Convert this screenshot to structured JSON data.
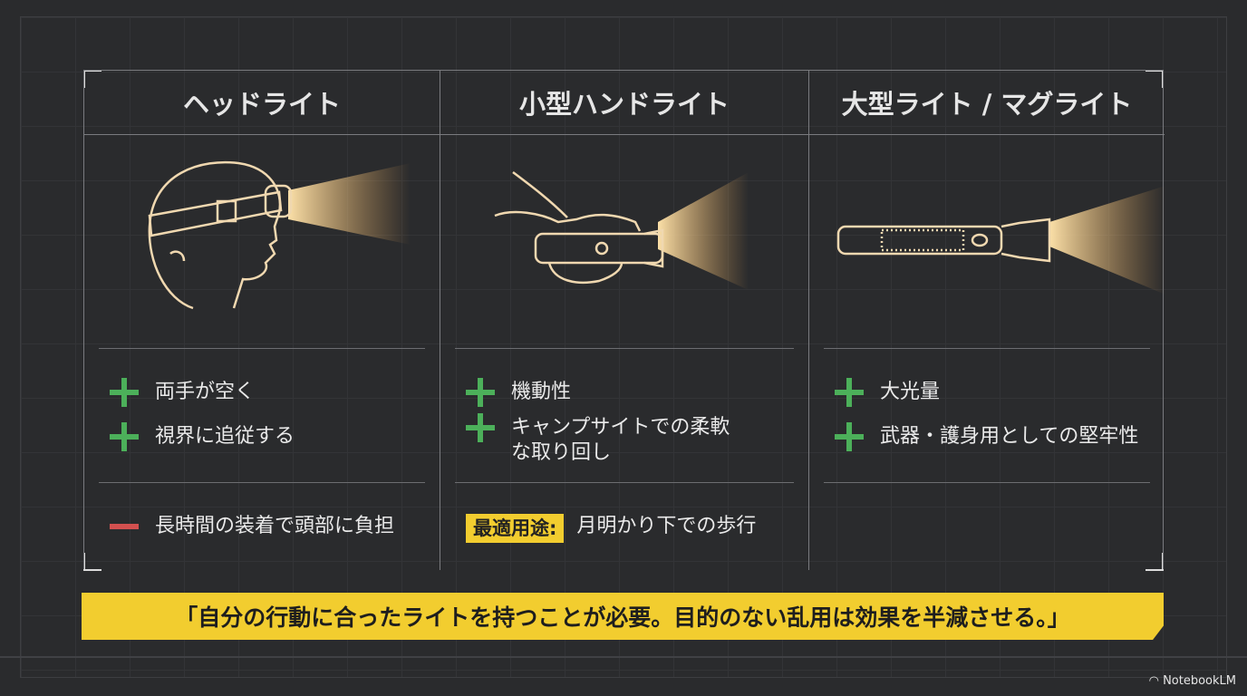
{
  "columns": [
    {
      "title": "ヘッドライト",
      "pros": [
        "両手が空く",
        "視界に追従する"
      ],
      "cons": [
        "長時間の装着で頭部に負担"
      ],
      "icon": "headlamp-icon"
    },
    {
      "title": "小型ハンドライト",
      "pros": [
        "機動性",
        "キャンプサイトでの柔軟な取り回し"
      ],
      "best_use_label": "最適用途:",
      "best_use": "月明かり下での歩行",
      "icon": "handheld-flashlight-icon"
    },
    {
      "title": "大型ライト / マグライト",
      "pros": [
        "大光量",
        "武器・護身用としての堅牢性"
      ],
      "icon": "large-flashlight-icon"
    }
  ],
  "banner": "「自分の行動に合ったライトを持つことが必要。目的のない乱用は効果を半減させる。」",
  "brand": "NotebookLM",
  "colors": {
    "accent": "#f2cd2f",
    "plus": "#4cb05a",
    "minus": "#d2504f",
    "beam": "#f5c47a"
  }
}
